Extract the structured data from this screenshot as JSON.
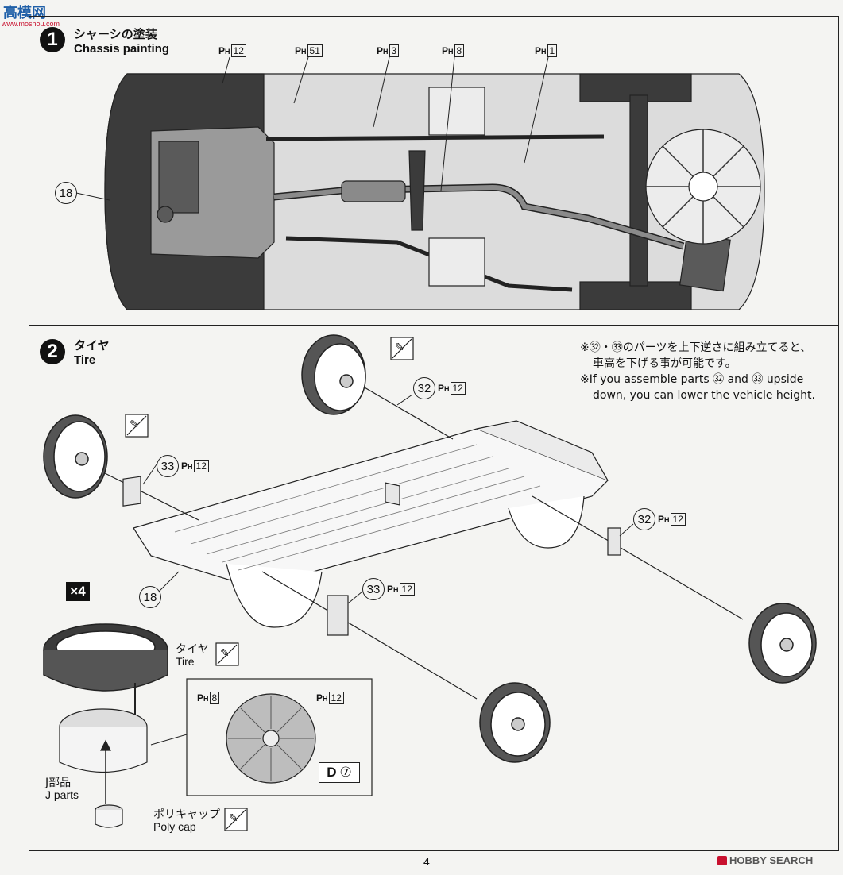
{
  "watermark": {
    "top_logo": "高模网",
    "top_url": "www.moshou.com"
  },
  "step1": {
    "number": "1",
    "title_jp": "シャーシの塗装",
    "title_en": "Chassis painting"
  },
  "step1_callouts": [
    {
      "prefix": "P",
      "sub": "H",
      "code": "12"
    },
    {
      "prefix": "P",
      "sub": "H",
      "code": "51"
    },
    {
      "prefix": "P",
      "sub": "H",
      "code": "3"
    },
    {
      "prefix": "P",
      "sub": "H",
      "code": "8"
    },
    {
      "prefix": "P",
      "sub": "H",
      "code": "1"
    }
  ],
  "step1_part": "18",
  "step2": {
    "number": "2",
    "title_jp": "タイヤ",
    "title_en": "Tire"
  },
  "note": {
    "jp_line1": "※㉜・㉝のパーツを上下逆さに組み立てると、",
    "jp_line2": "車高を下げる事が可能です。",
    "en_line1": "※If you assemble parts ㉜ and ㉝ upside",
    "en_line2": "down, you can lower the vehicle height."
  },
  "step2_parts": {
    "p32_top": {
      "num": "32",
      "prefix": "P",
      "sub": "H",
      "code": "12"
    },
    "p33_left": {
      "num": "33",
      "prefix": "P",
      "sub": "H",
      "code": "12"
    },
    "p32_right": {
      "num": "32",
      "prefix": "P",
      "sub": "H",
      "code": "12"
    },
    "p33_bottom": {
      "num": "33",
      "prefix": "P",
      "sub": "H",
      "code": "12"
    },
    "chassis": "18"
  },
  "qty": "×4",
  "tire_label_jp": "タイヤ",
  "tire_label_en": "Tire",
  "jparts_jp": "J部品",
  "jparts_en": "J parts",
  "polycap_jp": "ポリキャップ",
  "polycap_en": "Poly cap",
  "wheel_detail": {
    "left": {
      "prefix": "P",
      "sub": "H",
      "code": "8"
    },
    "right": {
      "prefix": "P",
      "sub": "H",
      "code": "12"
    },
    "decal_letter": "D",
    "decal_num": "⑦"
  },
  "page_number": "4",
  "brand": "HOBBY SEARCH",
  "colors": {
    "line": "#222222",
    "dark_paint": "#3b3b3b",
    "mid_paint": "#9a9a9a",
    "light_paint": "#dcdcdc",
    "logo_red": "#c8102e",
    "logo_blue": "#1f5fa8"
  }
}
